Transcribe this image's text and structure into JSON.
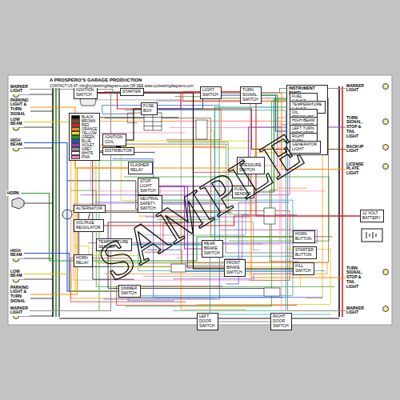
{
  "diagram": {
    "title": "A PROSPERO'S GARAGE PRODUCTION",
    "nodes": [
      {
        "text": [
          "MARKER LIGHT"
        ]
      },
      {
        "text": [
          "PARKING LIGHT & TURN SIGNAL"
        ]
      },
      {
        "text": [
          "LOW BEAM"
        ]
      },
      {
        "text": [
          "HIGH BEAM"
        ]
      },
      {
        "text": [
          "HORN"
        ]
      },
      {
        "text": [
          "HIGH BEAM"
        ]
      },
      {
        "text": [
          "LOW BEAM"
        ]
      },
      {
        "text": [
          "PARKING LIGHT & TURN SIGNAL"
        ]
      },
      {
        "text": [
          "MARKER LIGHT"
        ]
      },
      {
        "text": [
          "IGNITION SWITCH"
        ]
      },
      {
        "text": [
          "STARTER"
        ]
      },
      {
        "text": [
          "FUSE BOX"
        ]
      },
      {
        "text": [
          "IGNITION COIL"
        ]
      },
      {
        "text": [
          "DISTRIBUTOR"
        ]
      },
      {
        "text": [
          "FLASHER RELAY"
        ]
      },
      {
        "text": [
          "STOP LIGHT SWITCH"
        ]
      },
      {
        "text": [
          "NEUTRAL SAFETY SWITCH"
        ]
      },
      {
        "text": [
          "ALTERNATOR"
        ]
      },
      {
        "text": [
          "VOLTAGE REGULATOR"
        ]
      },
      {
        "text": [
          "TEMPERATURE SENDER"
        ]
      },
      {
        "text": [
          "HORN RELAY"
        ]
      },
      {
        "text": [
          "DIMMER SWITCH"
        ]
      },
      {
        "text": [
          "LIGHT SWITCH"
        ]
      },
      {
        "text": [
          "TURN SIGNAL SWITCH"
        ]
      },
      {
        "text": [
          "INSTRUMENT PANEL"
        ]
      },
      {
        "text": [
          "FUEL GAUGE"
        ],
        "in": 24
      },
      {
        "text": [
          "TEMPERATURE GAUGE"
        ],
        "in": 24
      },
      {
        "text": [
          "OIL PRESSURE LIGHT"
        ],
        "in": 24
      },
      {
        "text": [
          "HIGH BEAM INDICATOR"
        ],
        "in": 24
      },
      {
        "text": [
          "LEFT TURN INDICATOR"
        ],
        "in": 24
      },
      {
        "text": [
          "RIGHT TURN INDICATOR"
        ],
        "in": 24
      },
      {
        "text": [
          "GENERATOR LIGHT"
        ],
        "in": 24
      },
      {
        "text": [
          "OIL PRESSURE SWITCH"
        ]
      },
      {
        "text": [
          "FUEL SENDER"
        ]
      },
      {
        "text": [
          "REAR BRAKE SWITCH"
        ]
      },
      {
        "text": [
          "FRONT BRAKE SWITCH"
        ]
      },
      {
        "text": [
          "HORN BUTTON"
        ]
      },
      {
        "text": [
          "STARTER BUTTON"
        ]
      },
      {
        "text": [
          "KILL SWITCH"
        ]
      },
      {
        "text": [
          "LEFT DOOR SWITCH"
        ]
      },
      {
        "text": [
          "RIGHT DOOR SWITCH"
        ]
      },
      {
        "text": [
          "MARKER LIGHT"
        ]
      },
      {
        "text": [
          "TURN SIGNAL, STOP & TAIL LIGHT"
        ]
      },
      {
        "text": [
          "BACKUP LIGHT"
        ]
      },
      {
        "text": [
          "LICENSE PLATE LIGHT"
        ]
      },
      {
        "text": [
          "12 VOLT BATTERY"
        ]
      },
      {
        "text": [
          "TURN SIGNAL, STOP & TAIL LIGHT"
        ]
      },
      {
        "text": [
          "MARKER LIGHT"
        ]
      }
    ],
    "edges": [
      {
        "from": 9,
        "to": 10,
        "arrow": "none"
      },
      {
        "from": 9,
        "to": 11,
        "arrow": "none"
      },
      {
        "from": 11,
        "to": 12,
        "arrow": "none"
      },
      {
        "from": 12,
        "to": 13,
        "arrow": "none"
      },
      {
        "from": 2,
        "to": 21,
        "arrow": "none"
      },
      {
        "from": 3,
        "to": 21,
        "arrow": "none"
      },
      {
        "from": 5,
        "to": 21,
        "arrow": "none"
      },
      {
        "from": 6,
        "to": 21,
        "arrow": "none"
      },
      {
        "from": 4,
        "to": 20,
        "arrow": "none"
      },
      {
        "from": 20,
        "to": 36,
        "arrow": "none"
      },
      {
        "from": 1,
        "to": 14,
        "arrow": "none"
      },
      {
        "from": 7,
        "to": 14,
        "arrow": "none"
      },
      {
        "from": 17,
        "to": 18,
        "arrow": "none"
      },
      {
        "from": 18,
        "to": 45,
        "arrow": "none"
      },
      {
        "from": 10,
        "to": 45,
        "arrow": "none"
      },
      {
        "from": 15,
        "to": 42,
        "arrow": "none"
      },
      {
        "from": 16,
        "to": 37,
        "arrow": "none"
      },
      {
        "from": 32,
        "to": 27,
        "arrow": "none"
      },
      {
        "from": 33,
        "to": 25,
        "arrow": "none"
      },
      {
        "from": 19,
        "to": 26,
        "arrow": "none"
      },
      {
        "from": 22,
        "to": 41,
        "arrow": "none"
      },
      {
        "from": 22,
        "to": 0,
        "arrow": "none"
      },
      {
        "from": 23,
        "to": 29,
        "arrow": "none"
      },
      {
        "from": 23,
        "to": 30,
        "arrow": "none"
      },
      {
        "from": 34,
        "to": 15,
        "arrow": "none"
      },
      {
        "from": 35,
        "to": 15,
        "arrow": "none"
      },
      {
        "from": 22,
        "to": 44,
        "arrow": "none"
      },
      {
        "from": 11,
        "to": 43,
        "arrow": "none"
      },
      {
        "from": 14,
        "to": 46,
        "arrow": "none"
      },
      {
        "from": 22,
        "to": 47,
        "arrow": "none"
      },
      {
        "from": 22,
        "to": 8,
        "arrow": "none"
      },
      {
        "from": 38,
        "to": 9,
        "arrow": "none"
      },
      {
        "from": 39,
        "to": 40,
        "arrow": "none"
      },
      {
        "from": 11,
        "to": 22,
        "arrow": "none"
      },
      {
        "from": 11,
        "to": 23,
        "arrow": "none"
      }
    ],
    "labels": [
      "CONTACT US AT: info@cyclewiringdiagrams.com OR SEE www.cyclewiringdiagrams.com",
      "SAMPLE"
    ],
    "legend": [
      {
        "text": "BLACK",
        "color": "#000000"
      },
      {
        "text": "BROWN",
        "color": "#8b4513"
      },
      {
        "text": "RED",
        "color": "#e02020"
      },
      {
        "text": "ORANGE",
        "color": "#ff8c00"
      },
      {
        "text": "YELLOW",
        "color": "#f0e000"
      },
      {
        "text": "GREEN",
        "color": "#20a020"
      },
      {
        "text": "BLUE",
        "color": "#2050e0"
      },
      {
        "text": "VIOLET",
        "color": "#9040c0"
      },
      {
        "text": "GREY",
        "color": "#909090"
      },
      {
        "text": "WHITE",
        "color": "#ffffff"
      },
      {
        "text": "PINK",
        "color": "#ff80c0"
      }
    ]
  }
}
